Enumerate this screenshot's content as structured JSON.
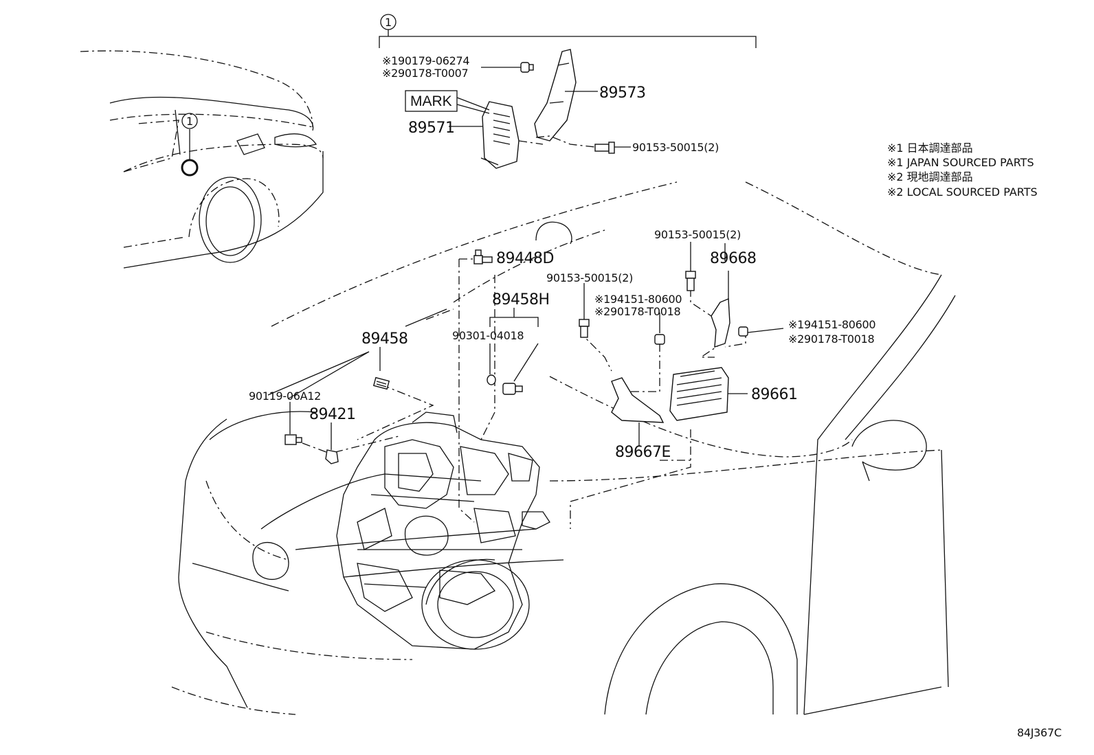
{
  "callout_number": "1",
  "labels": {
    "p90179": "※190179-06274",
    "p90178_t0007": "※290178-T0007",
    "p89573": "89573",
    "mark": "MARK",
    "p89571": "89571",
    "p90153_top": "90153-50015(2)",
    "p90153_mid": "90153-50015(2)",
    "p90153_left": "90153-50015(2)",
    "p89668": "89668",
    "p89448d": "89448D",
    "p94151_a": "※194151-80600",
    "p90178_t0018_a": "※290178-T0018",
    "p94151_b": "※194151-80600",
    "p90178_t0018_b": "※290178-T0018",
    "p89458h": "89458H",
    "p90301": "90301-04018",
    "p89458": "89458",
    "p89661": "89661",
    "p90119": "90119-06A12",
    "p89421": "89421",
    "p89667e": "89667E"
  },
  "legend": [
    "※1 日本調達部品",
    "※1 JAPAN SOURCED PARTS",
    "※2 現地調達部品",
    "※2 LOCAL SOURCED PARTS"
  ],
  "diagram_code": "84J367C"
}
